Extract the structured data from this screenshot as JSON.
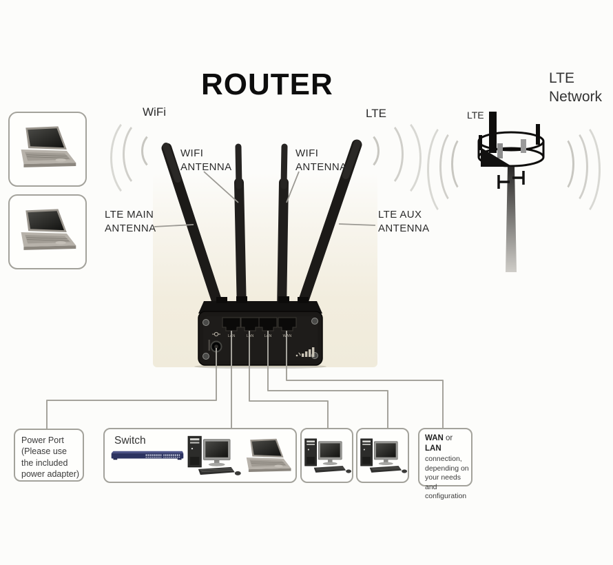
{
  "title": "ROUTER",
  "signals": {
    "wifi_label": "WiFi",
    "lte_label": "LTE"
  },
  "lte_network": {
    "line1": "LTE",
    "line2": "Network",
    "tower_label": "LTE"
  },
  "antenna_labels": {
    "wifi_left": {
      "line1": "WIFI",
      "line2": "ANTENNA"
    },
    "wifi_right": {
      "line1": "WIFI",
      "line2": "ANTENNA"
    },
    "lte_main": {
      "line1": "LTE MAIN",
      "line2": "ANTENNA"
    },
    "lte_aux": {
      "line1": "LTE AUX",
      "line2": "ANTENNA"
    }
  },
  "router": {
    "ports": [
      "LAN",
      "LAN",
      "LAN",
      "WAN"
    ]
  },
  "boxes": {
    "power_port": {
      "lines": [
        "Power Port",
        "(Please use",
        "the included",
        "power adapter)"
      ]
    },
    "switch_box": {
      "label": "Switch"
    },
    "wan_lan": {
      "wan": "WAN",
      "or": " or ",
      "lan": "LAN",
      "lines": [
        "connection,",
        "depending on",
        "your needs and",
        "configuration"
      ]
    }
  },
  "colors": {
    "connection_line": "#a5a39c",
    "signal_arc": "#c6c5bf",
    "box_border": "#a3a29b",
    "router_body": "#1b1917",
    "photo_backdrop": "#f2edde",
    "switch_device": "#2c3361"
  }
}
